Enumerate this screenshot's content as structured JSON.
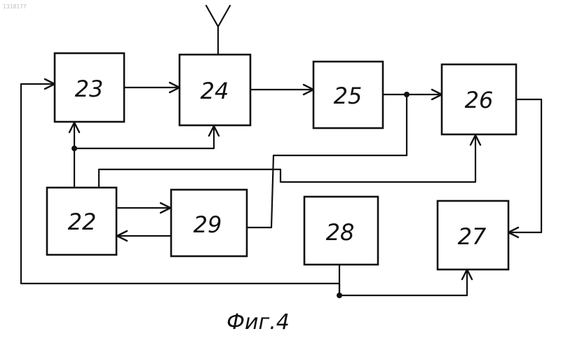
{
  "page_id_mark": "1318177",
  "figure_caption": "Фиг.4",
  "blocks": {
    "b22": "22",
    "b23": "23",
    "b24": "24",
    "b25": "25",
    "b26": "26",
    "b27": "27",
    "b28": "28",
    "b29": "29"
  }
}
